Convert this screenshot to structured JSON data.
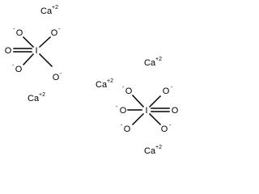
{
  "molecule": {
    "cations": [
      {
        "symbol": "Ca",
        "charge": "+2"
      },
      {
        "symbol": "Ca",
        "charge": "+2"
      },
      {
        "symbol": "Ca",
        "charge": "+2"
      },
      {
        "symbol": "Ca",
        "charge": "+2"
      },
      {
        "symbol": "Ca",
        "charge": "+2"
      }
    ],
    "anion_1": {
      "center": "I",
      "o_top_left": "O",
      "o_top_right": "O",
      "o_left": "O",
      "o_bottom_left": "O",
      "o_bottom_right": "O",
      "minus": "-"
    },
    "anion_2": {
      "center": "I",
      "o_top_left": "O",
      "o_top_right": "O",
      "o_left": "O",
      "o_bottom_left": "O",
      "o_bottom_right": "O",
      "minus": "-"
    }
  }
}
